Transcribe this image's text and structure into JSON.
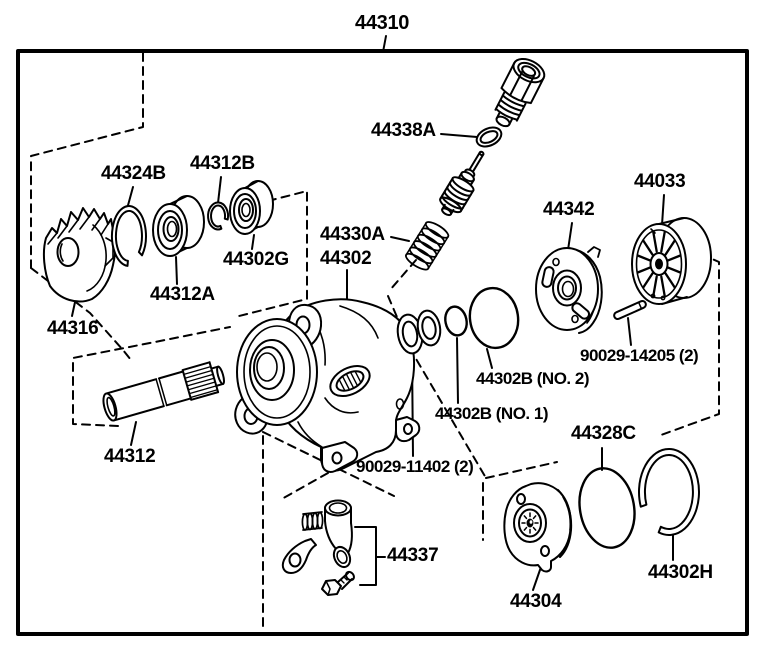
{
  "diagram": {
    "type": "exploded-parts-diagram",
    "background_color": "#ffffff",
    "line_color": "#000000",
    "labels": {
      "assembly": "44310",
      "oring_44338a": "44338A",
      "spring_44330a": "44330A",
      "housing_44302": "44302",
      "snap_ring_44324b": "44324B",
      "snap_ring_44312b": "44312B",
      "bearing_44302g": "44302G",
      "bearing_44312a": "44312A",
      "gear_44316": "44316",
      "shaft_44312": "44312",
      "plate_44342": "44342",
      "rotor_44033": "44033",
      "pin_90029_14205": "90029-14205 (2)",
      "oring_44302b_no2": "44302B (NO. 2)",
      "oring_44302b_no1": "44302B (NO. 1)",
      "seal_90029_11402": "90029-11402 (2)",
      "union_44337": "44337",
      "cover_44304": "44304",
      "oring_44328c": "44328C",
      "snap_ring_44302h": "44302H"
    }
  }
}
